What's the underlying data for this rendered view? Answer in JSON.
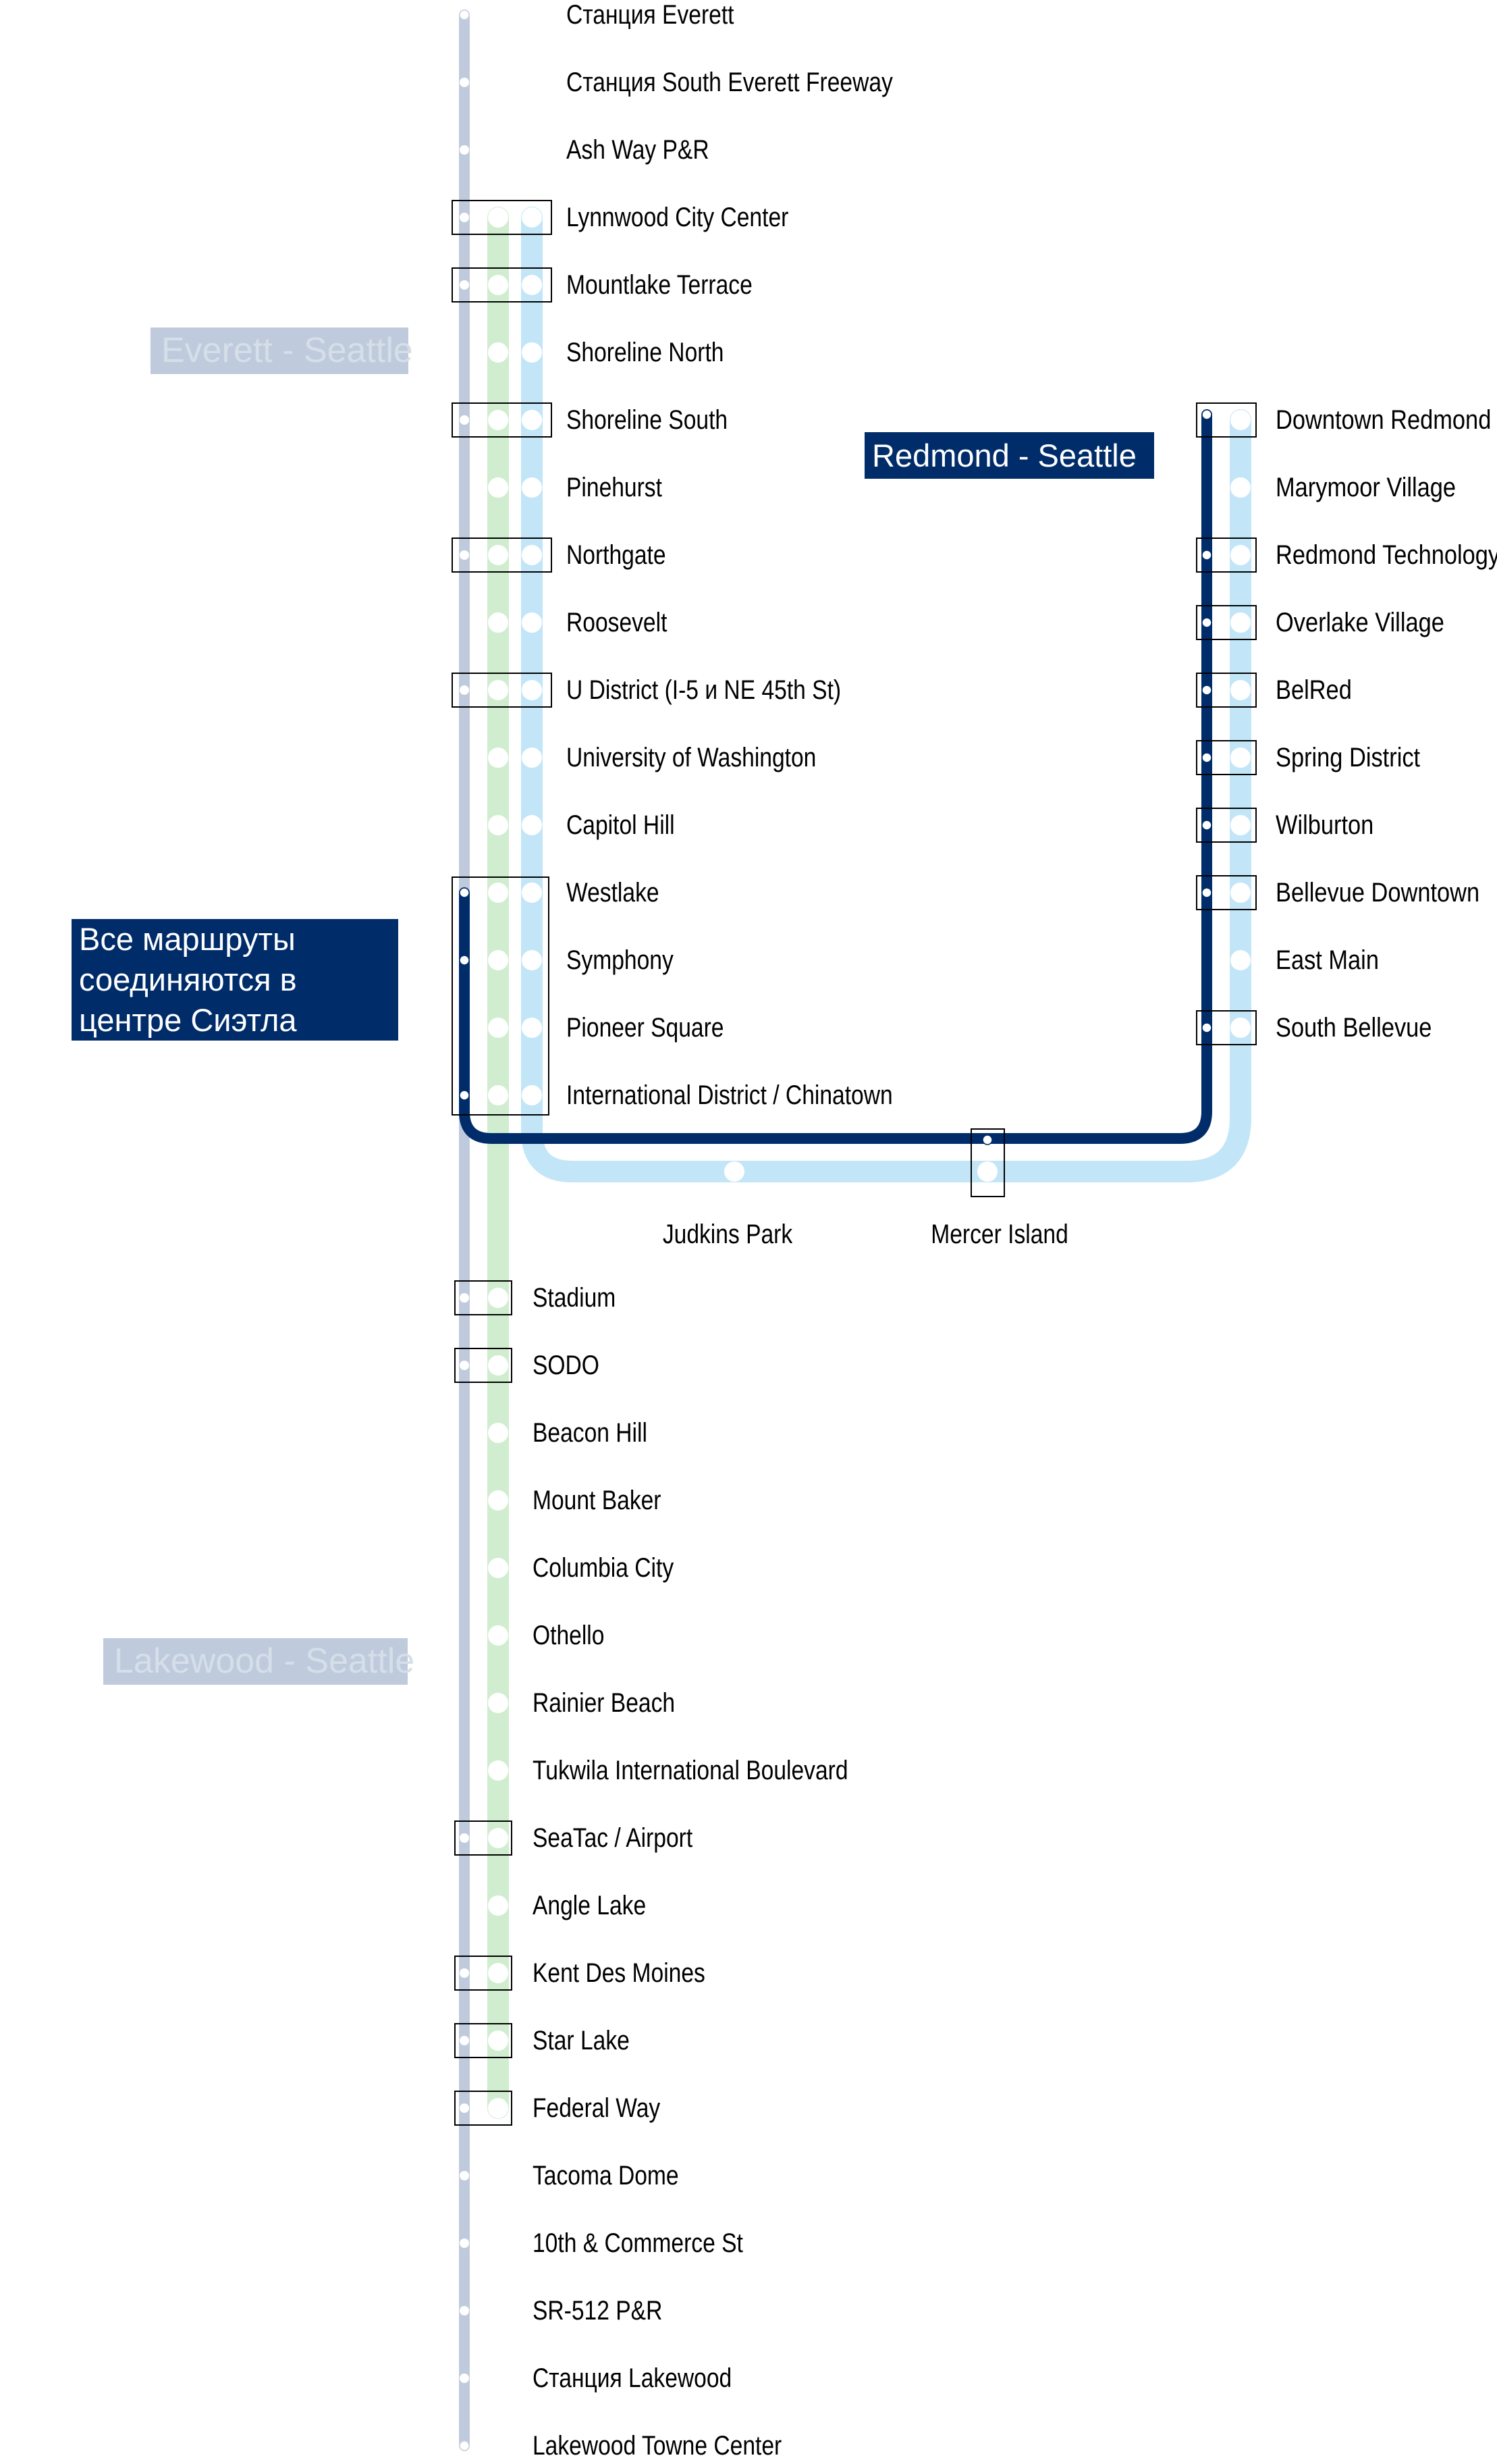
{
  "colors": {
    "everett_lakewood_line": "#BFCBDC",
    "green_line": "#D0EDCF",
    "light_blue_line": "#C2E6F7",
    "redmond_line": "#002D6A",
    "station_fill": "#FFFFFF",
    "interchange_box": "#000000",
    "label_text": "#000000"
  },
  "route_labels": {
    "everett_seattle": "Everett - Seattle",
    "redmond_seattle": "Redmond - Seattle",
    "center_note": [
      "Все маршруты",
      "соединяются в",
      "центре Сиэтла"
    ],
    "lakewood_seattle": "Lakewood - Seattle"
  },
  "trunk_north": [
    {
      "name": "Станция Everett",
      "lines": [
        "grey"
      ],
      "interchange": false,
      "terminus": true
    },
    {
      "name": "Станция South Everett Freeway",
      "lines": [
        "grey"
      ],
      "interchange": false
    },
    {
      "name": "Ash Way P&R",
      "lines": [
        "grey"
      ],
      "interchange": false
    },
    {
      "name": "Lynnwood City Center",
      "lines": [
        "grey",
        "green",
        "blue"
      ],
      "interchange": true
    },
    {
      "name": "Mountlake Terrace",
      "lines": [
        "grey",
        "green",
        "blue"
      ],
      "interchange": true
    },
    {
      "name": "Shoreline North",
      "lines": [
        "green",
        "blue"
      ],
      "interchange": false
    },
    {
      "name": "Shoreline South",
      "lines": [
        "grey",
        "green",
        "blue"
      ],
      "interchange": true
    },
    {
      "name": "Pinehurst",
      "lines": [
        "green",
        "blue"
      ],
      "interchange": false
    },
    {
      "name": "Northgate",
      "lines": [
        "grey",
        "green",
        "blue"
      ],
      "interchange": true
    },
    {
      "name": "Roosevelt",
      "lines": [
        "green",
        "blue"
      ],
      "interchange": false
    },
    {
      "name": "U District (I-5 и NE 45th St)",
      "lines": [
        "grey",
        "green",
        "blue"
      ],
      "interchange": true
    },
    {
      "name": "University of Washington",
      "lines": [
        "green",
        "blue"
      ],
      "interchange": false
    },
    {
      "name": "Capitol Hill",
      "lines": [
        "green",
        "blue"
      ],
      "interchange": false
    },
    {
      "name": "Westlake",
      "lines": [
        "navy",
        "green",
        "blue"
      ],
      "interchange": true
    },
    {
      "name": "Symphony",
      "lines": [
        "navy",
        "green",
        "blue"
      ],
      "interchange": true
    },
    {
      "name": "Pioneer Square",
      "lines": [
        "green",
        "blue"
      ],
      "interchange": true
    },
    {
      "name": "International District / Chinatown",
      "lines": [
        "navy",
        "green",
        "blue"
      ],
      "interchange": true
    }
  ],
  "eastside_bottom": [
    {
      "name": "Judkins Park",
      "lines": [
        "blue"
      ],
      "interchange": false
    },
    {
      "name": "Mercer Island",
      "lines": [
        "navy",
        "blue"
      ],
      "interchange": true
    }
  ],
  "redmond_branch": [
    {
      "name": "Downtown Redmond",
      "lines": [
        "navy",
        "blue"
      ],
      "interchange": true,
      "terminus": true
    },
    {
      "name": "Marymoor Village",
      "lines": [
        "blue"
      ],
      "interchange": false
    },
    {
      "name": "Redmond Technology",
      "lines": [
        "navy",
        "blue"
      ],
      "interchange": true
    },
    {
      "name": "Overlake Village",
      "lines": [
        "navy",
        "blue"
      ],
      "interchange": true
    },
    {
      "name": "BelRed",
      "lines": [
        "navy",
        "blue"
      ],
      "interchange": true
    },
    {
      "name": "Spring District",
      "lines": [
        "navy",
        "blue"
      ],
      "interchange": true
    },
    {
      "name": "Wilburton",
      "lines": [
        "navy",
        "blue"
      ],
      "interchange": true
    },
    {
      "name": "Bellevue Downtown",
      "lines": [
        "navy",
        "blue"
      ],
      "interchange": true
    },
    {
      "name": "East Main",
      "lines": [
        "blue"
      ],
      "interchange": false
    },
    {
      "name": "South Bellevue",
      "lines": [
        "navy",
        "blue"
      ],
      "interchange": true
    }
  ],
  "trunk_south": [
    {
      "name": "Stadium",
      "lines": [
        "grey",
        "green"
      ],
      "interchange": true
    },
    {
      "name": "SODO",
      "lines": [
        "grey",
        "green"
      ],
      "interchange": true
    },
    {
      "name": "Beacon Hill",
      "lines": [
        "green"
      ],
      "interchange": false
    },
    {
      "name": "Mount Baker",
      "lines": [
        "green"
      ],
      "interchange": false
    },
    {
      "name": "Columbia City",
      "lines": [
        "green"
      ],
      "interchange": false
    },
    {
      "name": "Othello",
      "lines": [
        "green"
      ],
      "interchange": false
    },
    {
      "name": "Rainier Beach",
      "lines": [
        "green"
      ],
      "interchange": false
    },
    {
      "name": "Tukwila International Boulevard",
      "lines": [
        "green"
      ],
      "interchange": false
    },
    {
      "name": "SeaTac / Airport",
      "lines": [
        "grey",
        "green"
      ],
      "interchange": true
    },
    {
      "name": "Angle Lake",
      "lines": [
        "green"
      ],
      "interchange": false
    },
    {
      "name": "Kent Des Moines",
      "lines": [
        "grey",
        "green"
      ],
      "interchange": true
    },
    {
      "name": "Star Lake",
      "lines": [
        "grey",
        "green"
      ],
      "interchange": true
    },
    {
      "name": "Federal Way",
      "lines": [
        "grey",
        "green"
      ],
      "interchange": true
    },
    {
      "name": "Tacoma Dome",
      "lines": [
        "grey"
      ],
      "interchange": false
    },
    {
      "name": "10th & Commerce St",
      "lines": [
        "grey"
      ],
      "interchange": false
    },
    {
      "name": "SR-512 P&R",
      "lines": [
        "grey"
      ],
      "interchange": false
    },
    {
      "name": "Станция Lakewood",
      "lines": [
        "grey"
      ],
      "interchange": false
    },
    {
      "name": "Lakewood Towne Center",
      "lines": [
        "grey"
      ],
      "interchange": false,
      "terminus": true
    }
  ]
}
